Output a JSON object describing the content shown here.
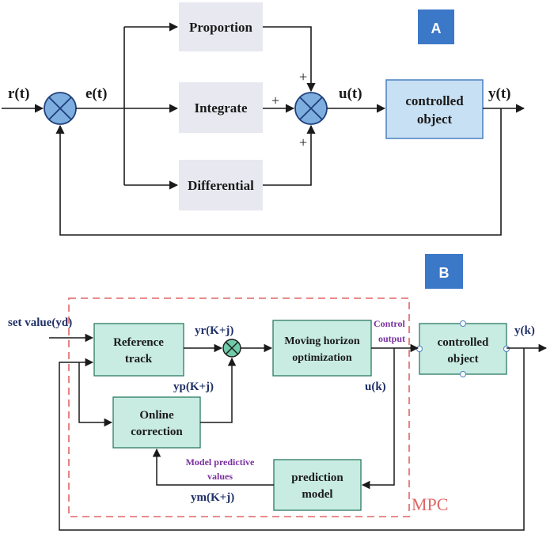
{
  "colors": {
    "panel_label_bg": "#3c78c8",
    "panel_label_text": "#ffffff",
    "pid_block_fill": "#e8e8f0",
    "plant_fill": "#c8e0f4",
    "plant_stroke": "#4a80c0",
    "summer_fill": "#7eaee0",
    "summer_stroke": "#1f3f7a",
    "mpc_block_fill": "#c8ece2",
    "mpc_block_stroke": "#2c7a62",
    "mpc_summer_fill": "#6fcaa8",
    "mpc_dashed": "#e06666",
    "line_color": "#1a1a1a",
    "signal_text": "#1f2f66",
    "purple_text": "#7a30a0",
    "mpc_label_color": "#e06666"
  },
  "panel_a": {
    "label": "A",
    "blocks": {
      "proportion": "Proportion",
      "integrate": "Integrate",
      "differential": "Differential",
      "plant_line1": "controlled",
      "plant_line2": "object"
    },
    "signals": {
      "reference": "r(t)",
      "error": "e(t)",
      "control": "u(t)",
      "output": "y(t)"
    },
    "signs": {
      "top": "+",
      "left": "+",
      "bottom": "+"
    }
  },
  "panel_b": {
    "label": "B",
    "blocks": {
      "reference_track_line1": "Reference",
      "reference_track_line2": "track",
      "online_correction_line1": "Online",
      "online_correction_line2": "correction",
      "moving_horizon_line1": "Moving horizon",
      "moving_horizon_line2": "optimization",
      "prediction_model_line1": "prediction",
      "prediction_model_line2": "model",
      "plant_line1": "controlled",
      "plant_line2": "object"
    },
    "signals": {
      "set_value": "set value(yd)",
      "yr": "yr(K+j)",
      "yp": "yp(K+j)",
      "uk": "u(k)",
      "yk": "y(k)",
      "ym": "ym(K+j)",
      "control_output_line1": "Control",
      "control_output_line2": "output",
      "model_predictive_line1": "Model predictive",
      "model_predictive_line2": "values"
    },
    "mpc_label": "MPC"
  }
}
